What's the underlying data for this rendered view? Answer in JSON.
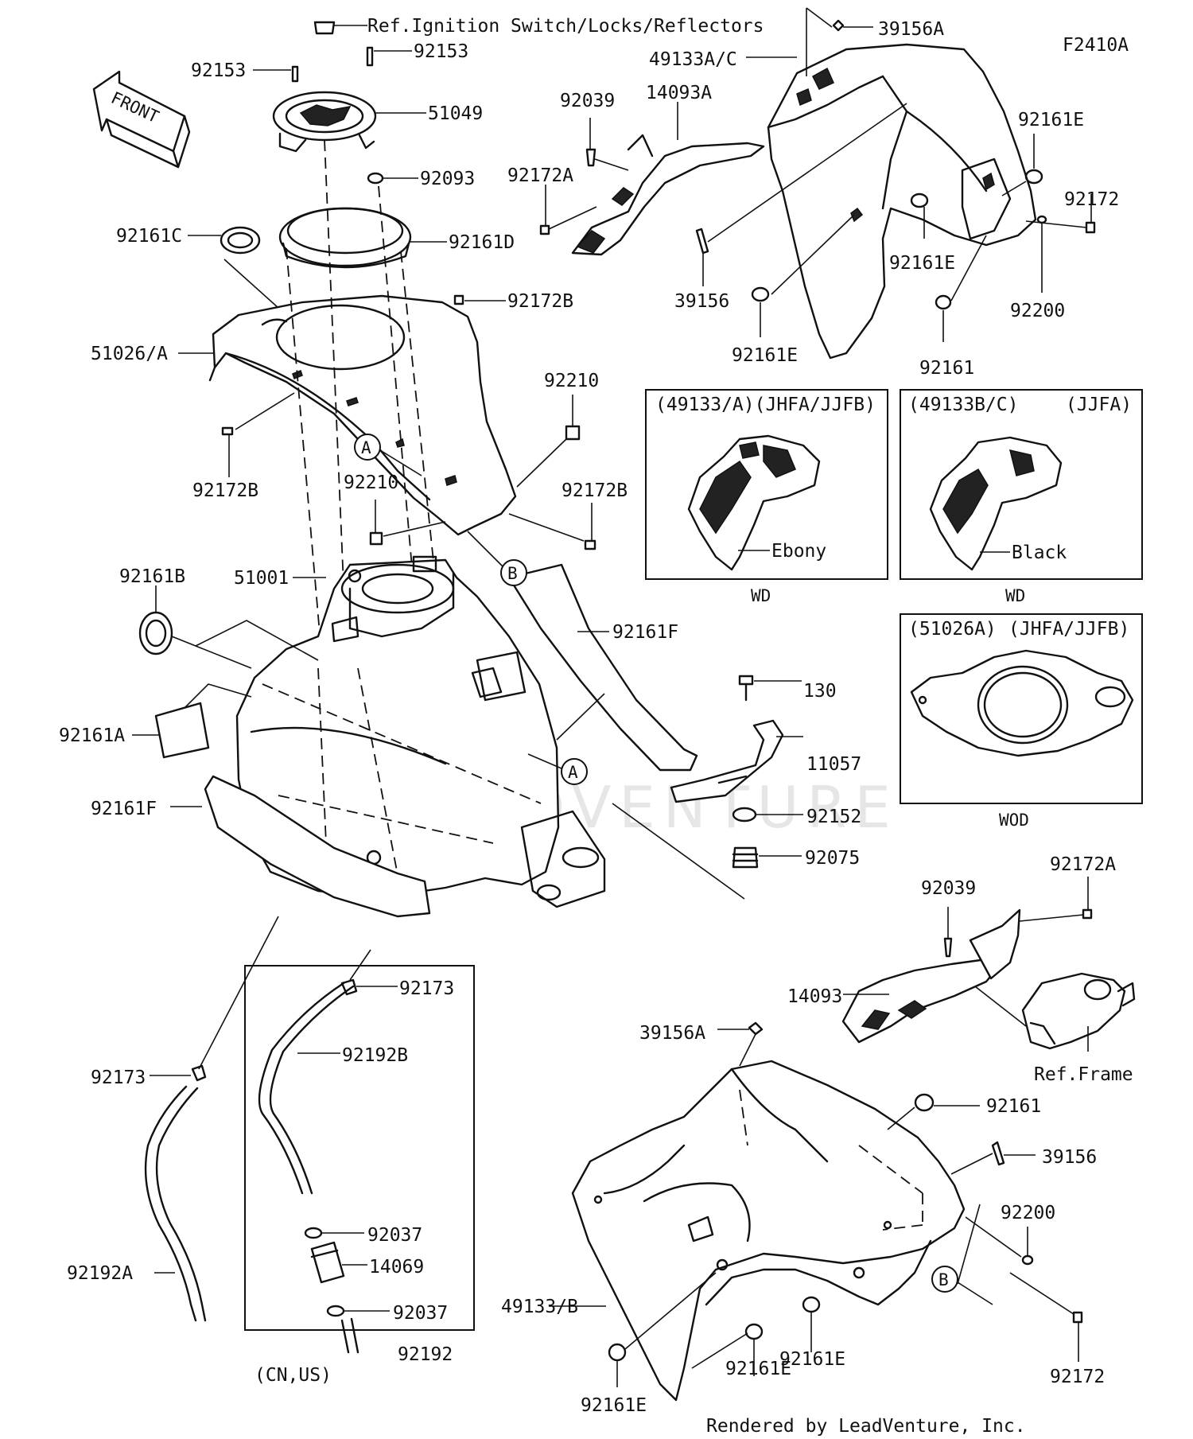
{
  "figure_code": "F2410A",
  "front_arrow": "FRONT",
  "watermark": "LEADVENTURE",
  "footer": "Rendered by LeadVenture, Inc.",
  "labels": {
    "ref_ignition": "Ref.Ignition Switch/Locks/Reflectors",
    "l_92153_left": "92153",
    "l_92153_right": "92153",
    "l_51049": "51049",
    "l_92093": "92093",
    "l_92161C": "92161C",
    "l_92161D": "92161D",
    "l_92172B_top": "92172B",
    "l_51026A": "51026/A",
    "l_92172B_left": "92172B",
    "l_92210_right": "92210",
    "l_92210_mid": "92210",
    "l_92172B_right": "92172B",
    "l_51001": "51001",
    "l_92161B": "92161B",
    "l_92161A": "92161A",
    "l_92161F_right": "92161F",
    "l_92161F_left": "92161F",
    "l_130": "130",
    "l_11057": "11057",
    "l_92152": "92152",
    "l_92075": "92075",
    "l_39156A_top": "39156A",
    "l_49133AC": "49133A/C",
    "l_92039_top": "92039",
    "l_14093A": "14093A",
    "l_92172A_top": "92172A",
    "l_92161E_top": "92161E",
    "l_92172_top": "92172",
    "l_92161E_mid": "92161E",
    "l_39156_top": "39156",
    "l_92200_top": "92200",
    "l_92161E_low": "92161E",
    "l_92161_top": "92161",
    "l_92173_right": "92173",
    "l_92192B": "92192B",
    "l_92173_left": "92173",
    "l_92192A": "92192A",
    "l_92037_a": "92037",
    "l_14069": "14069",
    "l_92037_b": "92037",
    "l_92192": "92192",
    "l_cn_us": "(CN,US)",
    "l_92172A_bot": "92172A",
    "l_92039_bot": "92039",
    "l_14093": "14093",
    "l_39156A_bot": "39156A",
    "l_ref_frame": "Ref.Frame",
    "l_92161_bot": "92161",
    "l_39156_bot": "39156",
    "l_92200_bot": "92200",
    "l_49133B": "49133/B",
    "l_92161E_b1": "92161E",
    "l_92161E_b2": "92161E",
    "l_92161E_b3": "92161E",
    "l_92172_bot": "92172"
  },
  "callouts": {
    "a1": "A",
    "a2": "A",
    "b1": "B",
    "b2": "B"
  },
  "insets": [
    {
      "header": "(49133/A)(JHFA/JJFB)",
      "color": "Ebony",
      "caption": "WD"
    },
    {
      "header_left": "(49133B/C)",
      "header_right": "(JJFA)",
      "color": "Black",
      "caption": "WD"
    },
    {
      "header_left": "(51026A)",
      "header_right": "(JHFA/JJFB)",
      "caption": "WOD"
    }
  ]
}
